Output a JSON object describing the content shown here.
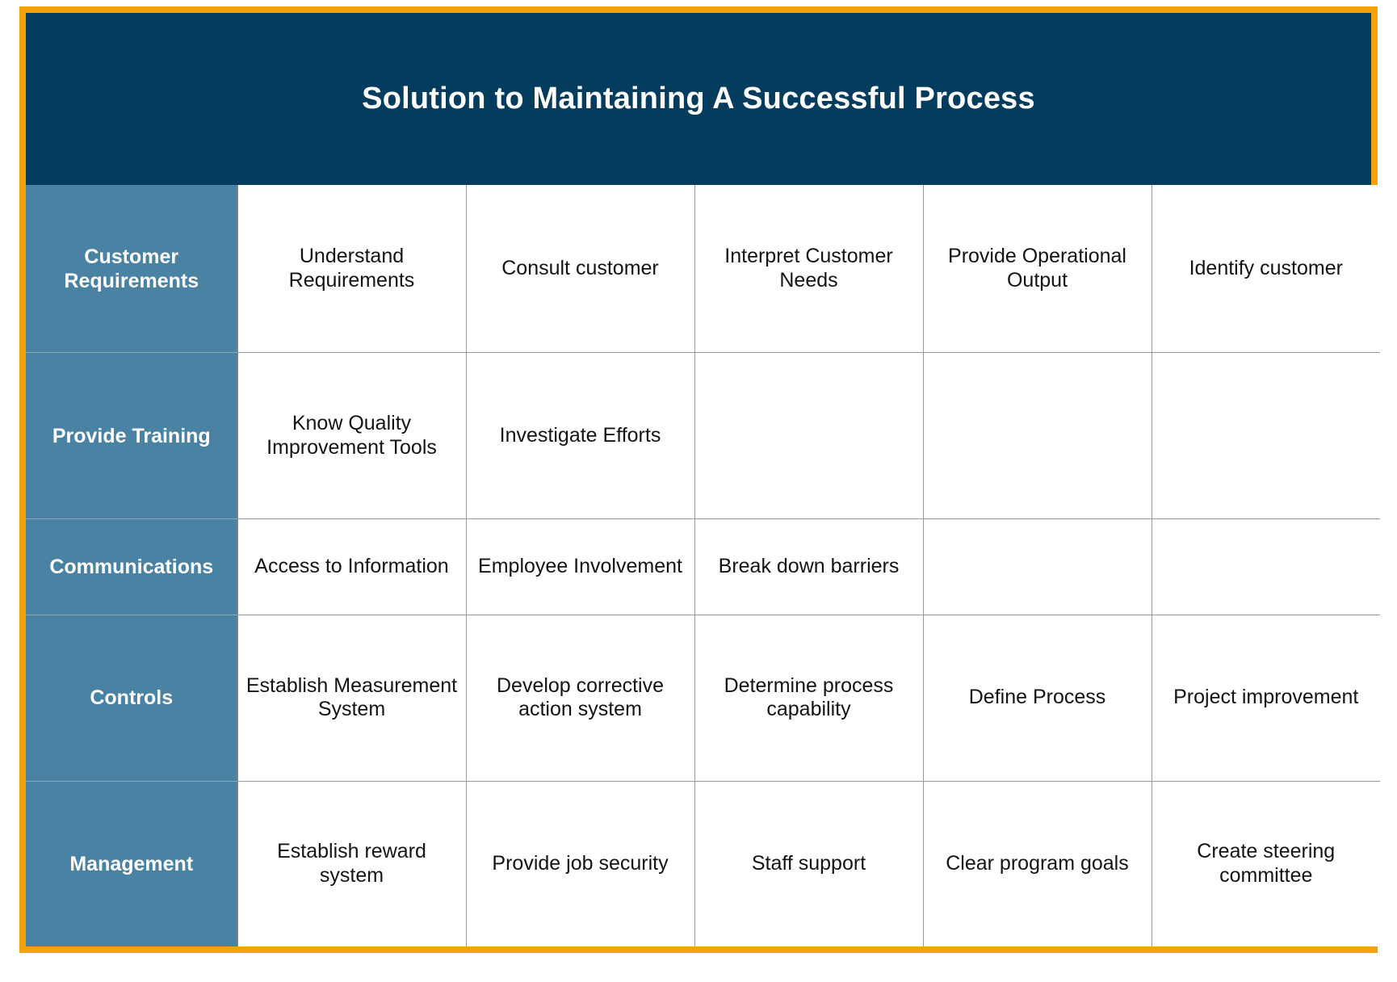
{
  "slide": {
    "title": "Solution to Maintaining A Successful Process",
    "colors": {
      "frame_border": "#F5A10A",
      "title_banner_bg": "#043C5E",
      "title_text": "#FFFFFF",
      "row_label_bg": "#4A82A4",
      "row_label_text": "#FFFFFF",
      "cell_bg": "#FFFFFF",
      "cell_text": "#141414",
      "grid_line": "#9A9A9A"
    }
  },
  "matrix": {
    "rows": [
      {
        "label": "Customer Requirements",
        "cells": [
          "Understand Requirements",
          "Consult customer",
          "Interpret Customer Needs",
          "Provide Operational Output",
          "Identify customer"
        ]
      },
      {
        "label": "Provide Training",
        "cells": [
          "Know Quality Improvement Tools",
          "Investigate Efforts",
          "",
          "",
          ""
        ]
      },
      {
        "label": "Communications",
        "cells": [
          "Access to Information",
          "Employee Involvement",
          "Break down barriers",
          "",
          ""
        ]
      },
      {
        "label": "Controls",
        "cells": [
          "Establish Measurement System",
          "Develop corrective action system",
          "Determine process capability",
          "Define Process",
          "Project improvement"
        ]
      },
      {
        "label": "Management",
        "cells": [
          "Establish reward system",
          "Provide job security",
          "Staff support",
          "Clear program goals",
          "Create steering committee"
        ]
      }
    ]
  }
}
